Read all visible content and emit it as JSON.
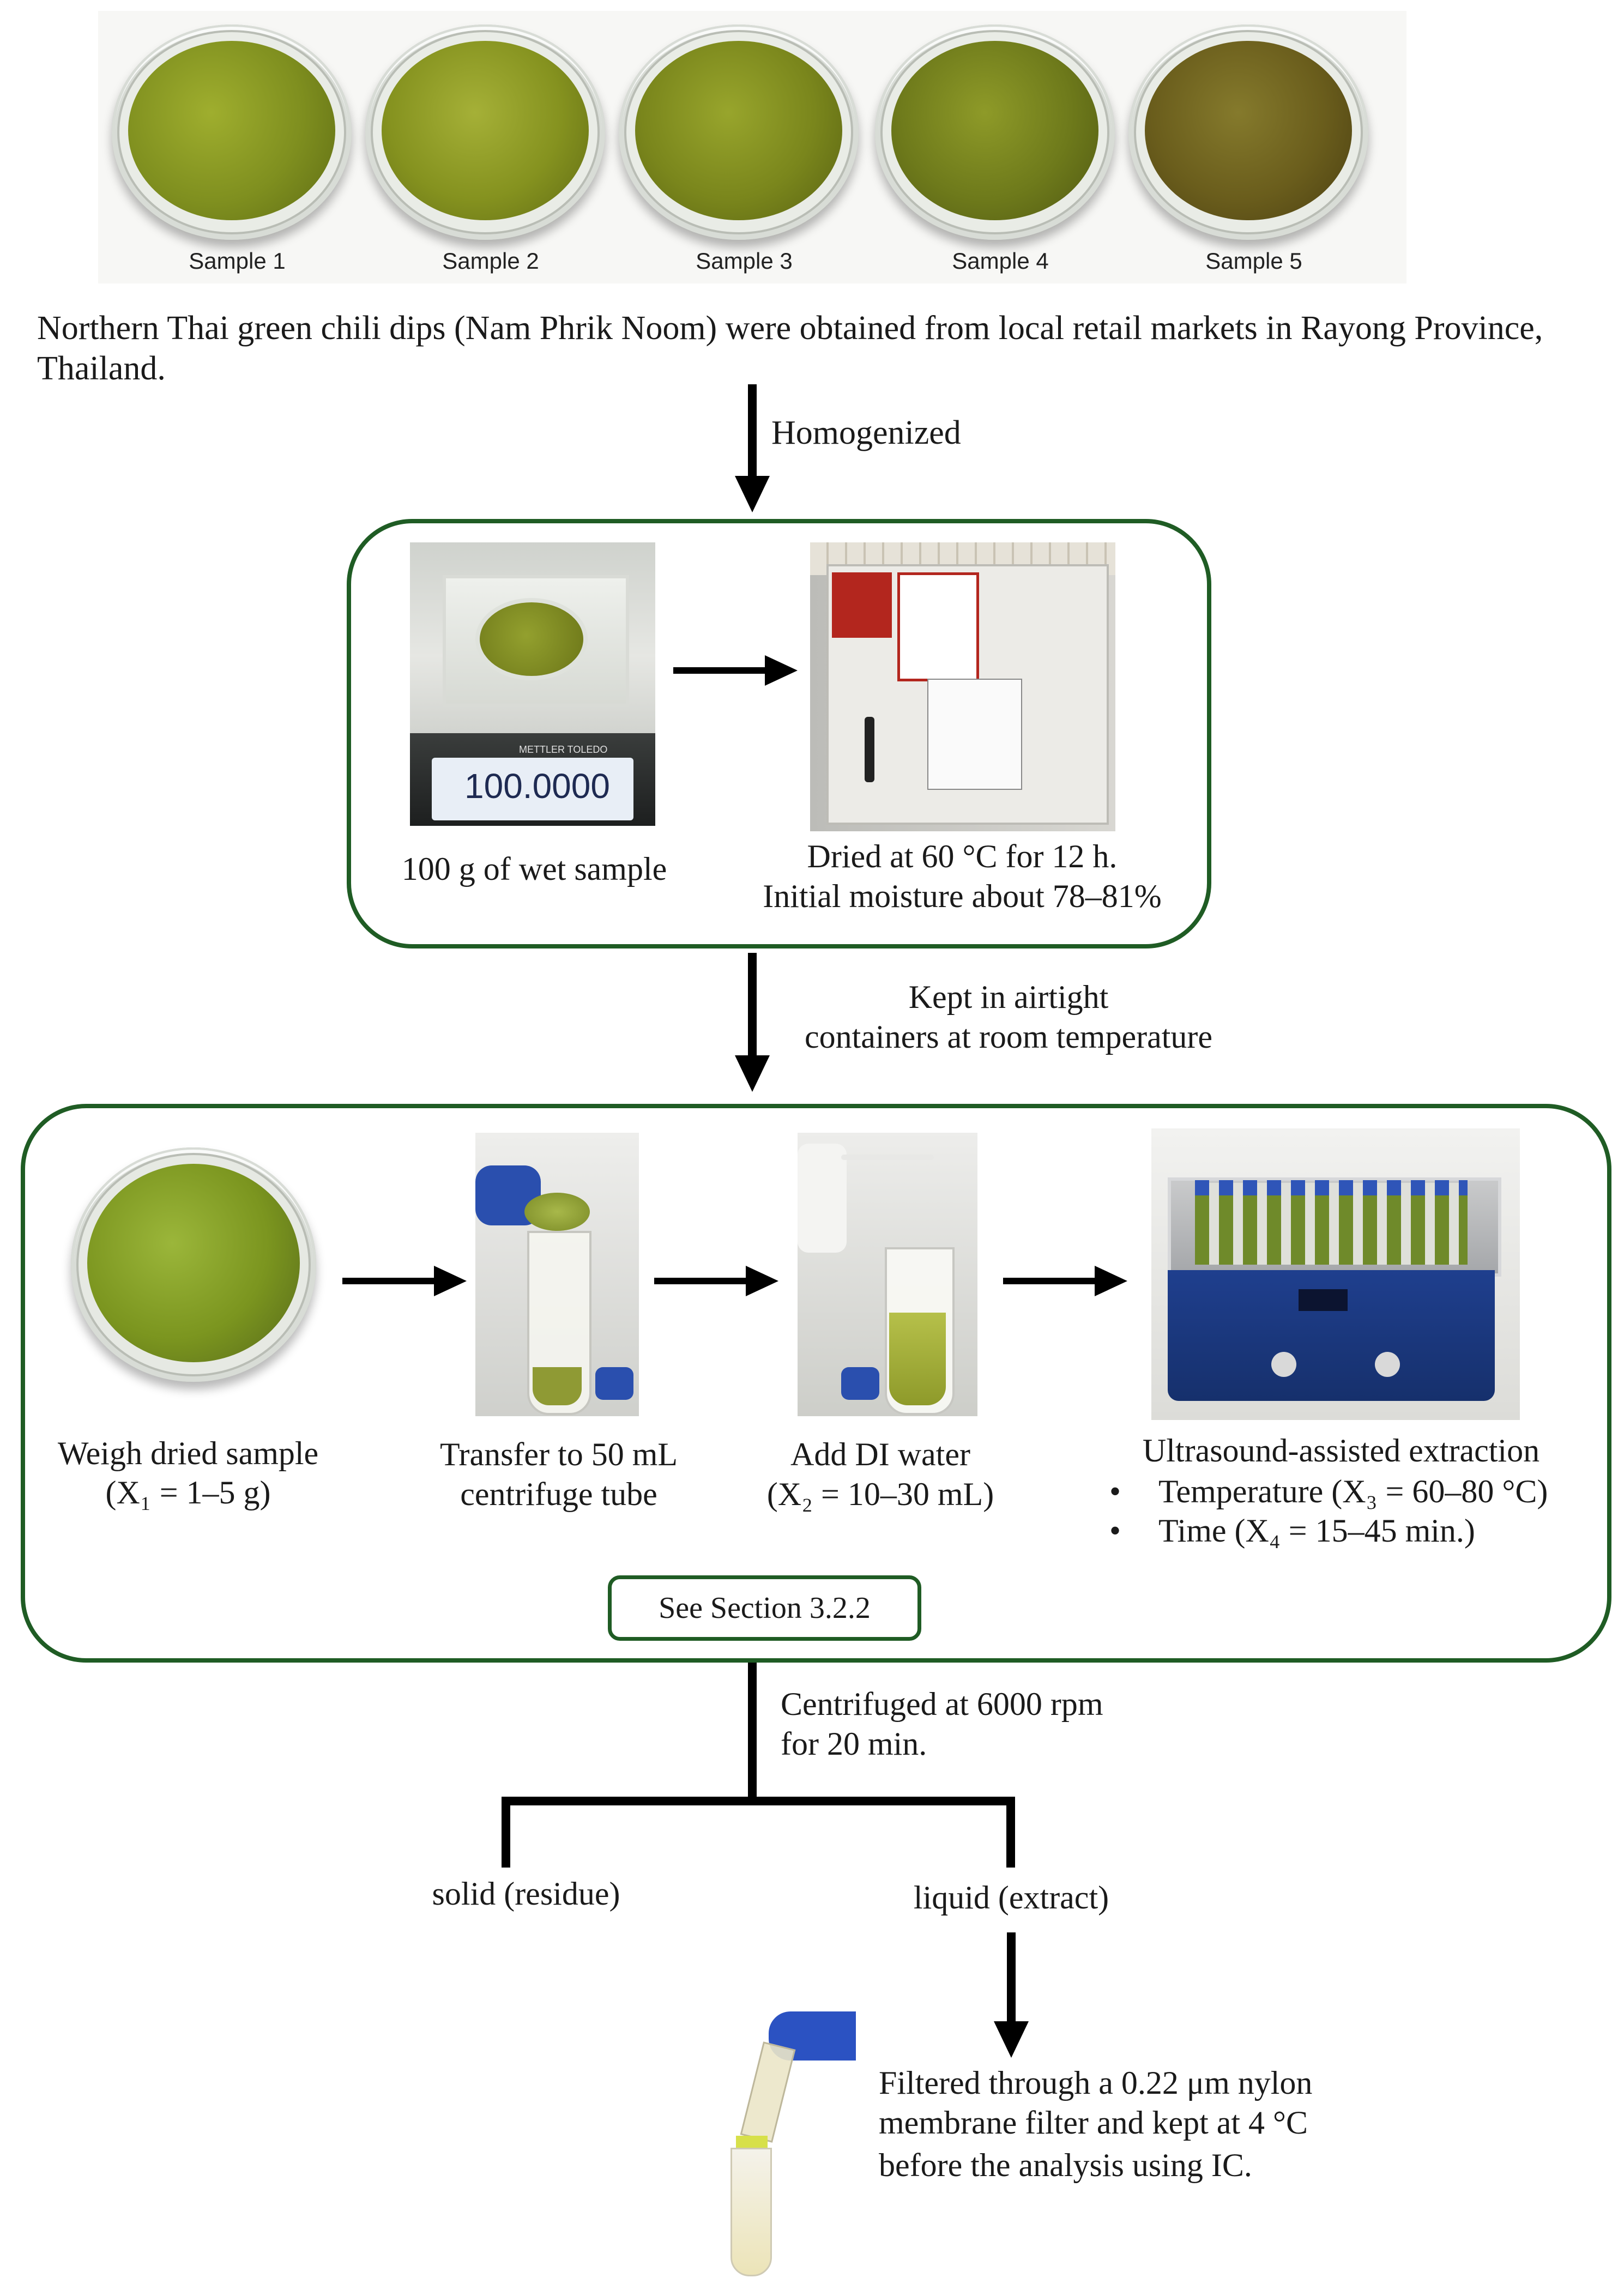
{
  "samples": [
    "Sample 1",
    "Sample 2",
    "Sample 3",
    "Sample 4",
    "Sample 5"
  ],
  "intro_text": "Northern Thai green chili dips (Nam Phrik Noom) were obtained from local retail markets in Rayong Province, Thailand.",
  "step_homogenized": "Homogenized",
  "box1": {
    "balance_display": "100.0000",
    "balance_brand": "METTLER TOLEDO",
    "wet_sample_label": "100 g of wet sample",
    "dried_line1": "Dried at 60 °C for 12 h.",
    "dried_line2": "Initial moisture about 78–81%"
  },
  "step_kept": {
    "line1": "Kept in airtight",
    "line2": "containers at room temperature"
  },
  "box2": {
    "weigh_line1": "Weigh dried sample",
    "weigh_line2": "(X₁ = 1–5 g)",
    "transfer_line1": "Transfer to 50 mL",
    "transfer_line2": "centrifuge tube",
    "add_line1": "Add DI water",
    "add_line2": "(X₂ = 10–30 mL)",
    "uae_title": "Ultrasound-assisted extraction",
    "uae_bullets": [
      "Temperature (X₃ = 60–80 °C)",
      "Time (X₄ = 15–45 min.)"
    ],
    "section_ref": "See Section 3.2.2"
  },
  "step_centrifuged": {
    "line1": "Centrifuged at 6000 rpm",
    "line2": "for 20 min."
  },
  "branch_solid": "solid (residue)",
  "branch_liquid": "liquid (extract)",
  "final_text": {
    "line1": "Filtered through a 0.22 μm nylon",
    "line2": "membrane filter and kept at 4 °C",
    "line3": "before the analysis using IC."
  },
  "colors": {
    "box_border": "#1f5c24",
    "arrow": "#000000",
    "sample_fill": "#7d8a1f"
  }
}
